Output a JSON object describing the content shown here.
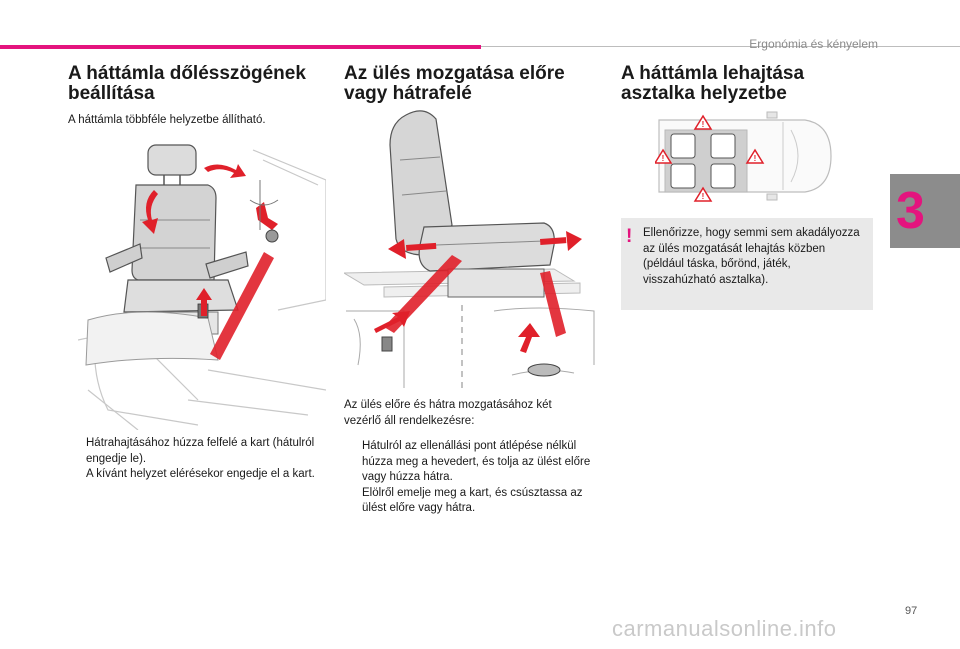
{
  "header": {
    "chapter_title": "Ergonómia és kényelem",
    "chapter_number": "3"
  },
  "colors": {
    "accent": "#e4147e",
    "warning_bg": "#e9e9e9"
  },
  "col1": {
    "heading": "A háttámla dőlésszögének beállítása",
    "intro": "A háttámla többféle helyzetbe állítható.",
    "illustration_icon": "seat-backrest-tilt-icon",
    "bullets": [
      "Hátrahajtásához húzza felfelé a kart (hátulról engedje le).",
      "A kívánt helyzet elérésekor engedje el a kart."
    ]
  },
  "col2": {
    "heading": "Az ülés mozgatása előre vagy hátrafelé",
    "illustration_icon": "seat-slide-icon",
    "intro": "Az ülés előre és hátra mozgatásához két vezérlő áll rendelkezésre:",
    "bullets": [
      "Hátulról az ellenállási pont átlépése nélkül húzza meg a hevedert, és tolja az ülést előre vagy húzza hátra.",
      "Elölről emelje meg a kart, és csúsztassa az ülést előre vagy hátra."
    ]
  },
  "col3": {
    "heading": "A háttámla lehajtása asztalka helyzetbe",
    "illustration_icon": "van-seat-layout-icon",
    "warning_icon": "exclamation-icon",
    "warning_text": "Ellenőrizze, hogy semmi sem akadályozza az ülés mozgatását lehajtás közben (például táska, bőrönd, játék, visszahúzható asztalka)."
  },
  "bullet_marker": "",
  "page_number": "97",
  "watermark": "carmanualsonline.info"
}
